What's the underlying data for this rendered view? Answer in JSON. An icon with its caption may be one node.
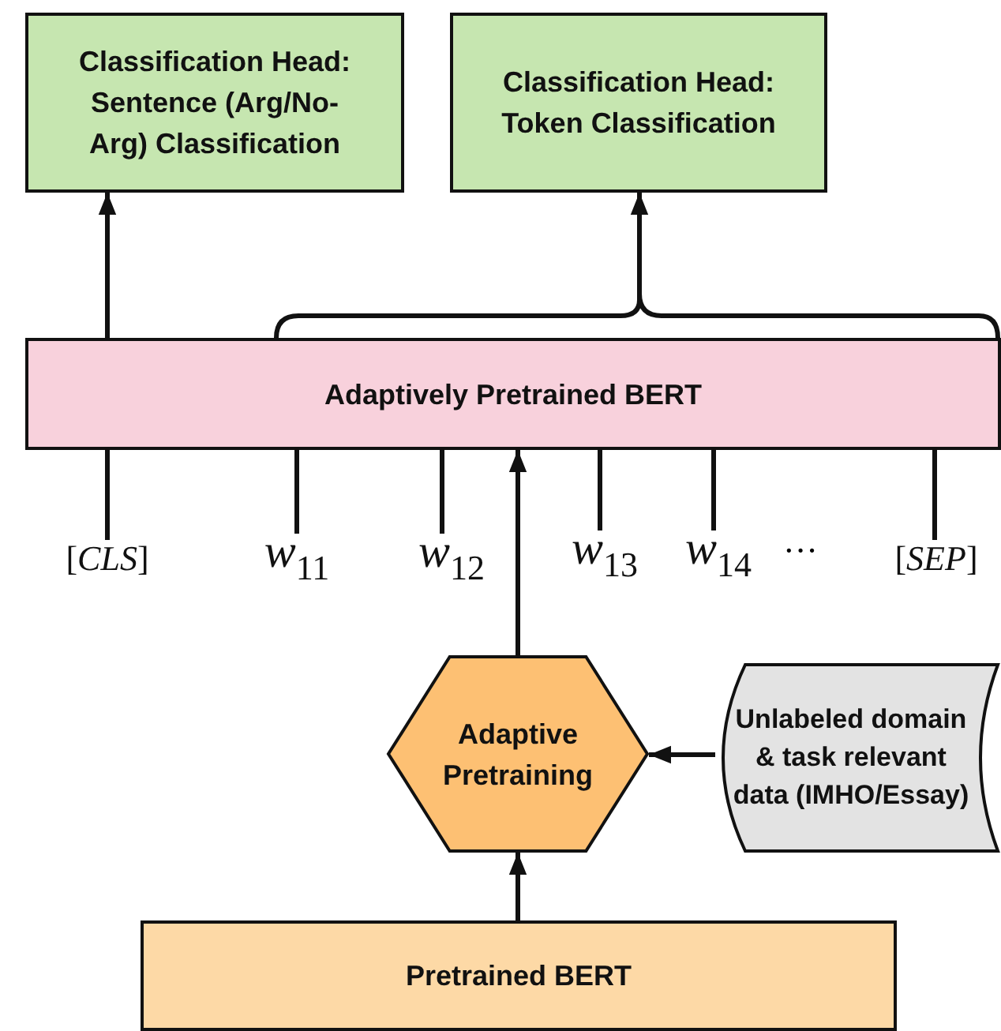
{
  "diagram": {
    "nodes": [
      {
        "text": [
          "Classification Head: Sentence (Arg/No-Arg) Classification"
        ]
      },
      {
        "text": [
          "Classification Head: Token Classification"
        ]
      },
      {
        "text": [
          "Adaptively Pretrained BERT"
        ]
      },
      {
        "text": [
          "[*CLS*]"
        ]
      },
      {
        "text": [
          "*w*$_{11}$"
        ]
      },
      {
        "text": [
          "*w*$_{12}$"
        ]
      },
      {
        "text": [
          "*w*$_{13}$"
        ]
      },
      {
        "text": [
          "*w*$_{14}$"
        ]
      },
      {
        "text": [
          "[*SEP*]"
        ]
      },
      {
        "text": [
          "Adaptive Pretraining"
        ]
      },
      {
        "text": [
          "Unlabeled domain & task relevant data (IMHO/Essay)"
        ]
      },
      {
        "text": [
          "Pretrained BERT"
        ]
      }
    ],
    "edges": [
      {
        "from": 2,
        "to": 0,
        "arrow": "to"
      },
      {
        "from": 2,
        "to": 1,
        "arrow": "to"
      },
      {
        "from": 3,
        "to": 2,
        "arrow": "none"
      },
      {
        "from": 4,
        "to": 2,
        "arrow": "none"
      },
      {
        "from": 5,
        "to": 2,
        "arrow": "none"
      },
      {
        "from": 6,
        "to": 2,
        "arrow": "none"
      },
      {
        "from": 7,
        "to": 2,
        "arrow": "none"
      },
      {
        "from": 8,
        "to": 2,
        "arrow": "none"
      },
      {
        "from": 9,
        "to": 2,
        "arrow": "to"
      },
      {
        "from": 10,
        "to": 9,
        "arrow": "to"
      },
      {
        "from": 11,
        "to": 9,
        "arrow": "to"
      }
    ],
    "labels": [
      "···"
    ]
  }
}
